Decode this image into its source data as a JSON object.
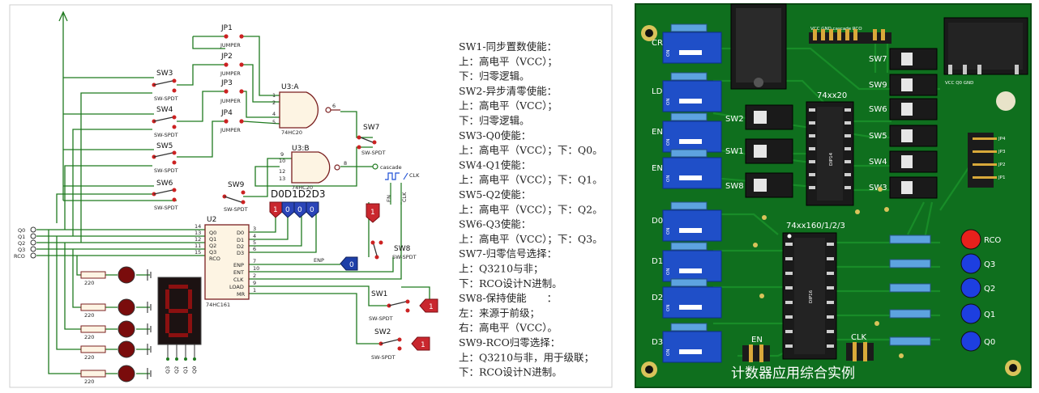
{
  "schematic": {
    "chip_u3a": "U3:A",
    "chip_u3a_part": "74HC20",
    "chip_u3b": "U3:B",
    "chip_u3b_part": "74HC20",
    "chip_u2": "U2",
    "chip_u2_part": "74HC161",
    "jumpers": [
      {
        "ref": "JP1",
        "part": "JUMPER"
      },
      {
        "ref": "JP2",
        "part": "JUMPER"
      },
      {
        "ref": "JP3",
        "part": "JUMPER"
      },
      {
        "ref": "JP4",
        "part": "JUMPER"
      }
    ],
    "switches": [
      {
        "ref": "SW3",
        "part": "SW-SPDT"
      },
      {
        "ref": "SW4",
        "part": "SW-SPDT"
      },
      {
        "ref": "SW5",
        "part": "SW-SPDT"
      },
      {
        "ref": "SW6",
        "part": "SW-SPDT"
      },
      {
        "ref": "SW9",
        "part": "SW-SPDT"
      },
      {
        "ref": "SW7",
        "part": "SW-SPDT"
      },
      {
        "ref": "SW8",
        "part": "SW-SPDT"
      },
      {
        "ref": "SW1",
        "part": "SW-SPDT"
      },
      {
        "ref": "SW2",
        "part": "SW-SPDT"
      }
    ],
    "u2_left_pins": [
      {
        "num": "14",
        "name": "Q0"
      },
      {
        "num": "13",
        "name": "Q1"
      },
      {
        "num": "12",
        "name": "Q2"
      },
      {
        "num": "11",
        "name": "Q3"
      },
      {
        "num": "15",
        "name": "RCO"
      }
    ],
    "u2_right_pins": [
      {
        "num": "3",
        "name": "D0"
      },
      {
        "num": "4",
        "name": "D1"
      },
      {
        "num": "5",
        "name": "D2"
      },
      {
        "num": "6",
        "name": "D3"
      },
      {
        "num": "7",
        "name": "ENP"
      },
      {
        "num": "10",
        "name": "ENT"
      },
      {
        "num": "2",
        "name": "CLK"
      },
      {
        "num": "9",
        "name": "LOAD"
      },
      {
        "num": "1",
        "name": "MR"
      }
    ],
    "outputs": [
      "Q0",
      "Q1",
      "Q2",
      "Q3",
      "RCO"
    ],
    "resistor_value": "220",
    "data_header": "D0D1D2D3",
    "cascade": "cascade",
    "clk": "CLK",
    "en": "EN",
    "enp": "ENP",
    "enp_value": "0",
    "logic_high": "1",
    "logic_low": "0",
    "gate_pins": [
      "1",
      "2",
      "4",
      "5",
      "6",
      "9",
      "10",
      "12",
      "13",
      "8"
    ],
    "seg_pins": [
      "Q3",
      "Q2",
      "Q1",
      "Q0"
    ]
  },
  "notes": [
    "SW1-同步置数使能：",
    "上：高电平（VCC）；",
    "下：归零逻辑。",
    "SW2-异步清零使能：",
    "上：高电平（VCC）；",
    "下：归零逻辑。",
    "SW3-Q0使能：",
    "上：高电平（VCC）；下：Q0。",
    "SW4-Q1使能：",
    "上：高电平（VCC）；下：Q1。",
    "SW5-Q2使能：",
    "上：高电平（VCC）；下：Q2。",
    "SW6-Q3使能：",
    "上：高电平（VCC）；下：Q3。",
    "SW7-归零信号选择：",
    "上：Q3210与非；",
    "下：RCO设计N进制。",
    "SW8-保持使能　　：",
    "左：来源于前级；",
    "右：高电平（VCC）。",
    "SW9-RCO归零选择：",
    "上：Q3210与非，用于级联；",
    "下：RCO设计N进制。"
  ],
  "pcb": {
    "header_label": "VCC GND cascade   RCO",
    "switch_labels": [
      "SW7",
      "SW9",
      "SW6",
      "SW5",
      "SW4",
      "SW3"
    ],
    "left_switch_labels": [
      "SW2",
      "SW1",
      "SW8"
    ],
    "chip1_name": "74xx20",
    "chip1_pkg": "DIP14",
    "chip2_name": "74xx160/1/2/3",
    "chip2_pkg": "DIP16",
    "jp_labels": [
      "JP4",
      "JP3",
      "JP2",
      "JP1"
    ],
    "led_labels": [
      "RCO",
      "Q3",
      "Q2",
      "Q1",
      "Q0"
    ],
    "left_labels": [
      "CR",
      "LD",
      "EN",
      "EN",
      "D0",
      "D1",
      "D2",
      "D3"
    ],
    "dip_text": "ON",
    "bottom_left_label": "EN",
    "bottom_right_label": "CLK",
    "title": "计数器应用综合实例",
    "top_right_pins": "VCC  Q0              GND",
    "led_colors": {
      "rco": "#e8211c",
      "q": "#1d3fe0"
    },
    "board_color": "#0f6f1e"
  }
}
